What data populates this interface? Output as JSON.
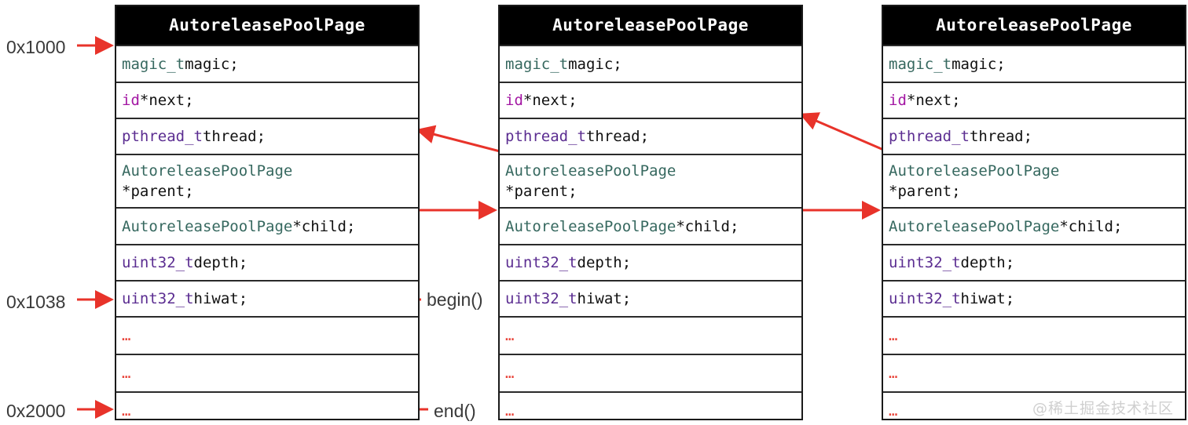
{
  "diagram": {
    "title": "AutoreleasePoolPage memory layout",
    "accent_color": "#e8332a",
    "header_bg": "#000000",
    "header_fg": "#ffffff",
    "type_colors": {
      "teal": "#36685f",
      "magenta": "#a317a3",
      "purple": "#5b2d91",
      "dots_red": "#e8443a"
    }
  },
  "addresses": {
    "top": "0x1000",
    "begin": "0x1038",
    "bottom": "0x2000"
  },
  "callouts": {
    "begin": "begin()",
    "end": "end()"
  },
  "watermark": "@稀土掘金技术社区",
  "boxes": [
    {
      "header": "AutoreleasePoolPage",
      "fields": [
        {
          "type": "magic_t",
          "type_color": "teal",
          "name": " magic;"
        },
        {
          "type": "id",
          "type_color": "magenta",
          "name": " *next;"
        },
        {
          "type": "pthread_t",
          "type_color": "purple",
          "name": " thread;"
        },
        {
          "type": "AutoreleasePoolPage",
          "type_color": "teal",
          "name": "*parent;",
          "wrap": true
        },
        {
          "type": "AutoreleasePoolPage",
          "type_color": "teal",
          "name": " *child;"
        },
        {
          "type": "uint32_t",
          "type_color": "purple",
          "name": " depth;"
        },
        {
          "type": "uint32_t",
          "type_color": "purple",
          "name": " hiwat;"
        },
        {
          "type": "",
          "type_color": "dots",
          "name": "…"
        },
        {
          "type": "",
          "type_color": "dots",
          "name": "…"
        },
        {
          "type": "",
          "type_color": "dots",
          "name": "…"
        }
      ]
    },
    {
      "header": "AutoreleasePoolPage",
      "fields": [
        {
          "type": "magic_t",
          "type_color": "teal",
          "name": " magic;"
        },
        {
          "type": "id",
          "type_color": "magenta",
          "name": " *next;"
        },
        {
          "type": "pthread_t",
          "type_color": "purple",
          "name": " thread;"
        },
        {
          "type": "AutoreleasePoolPage",
          "type_color": "teal",
          "name": "*parent;",
          "wrap": true
        },
        {
          "type": "AutoreleasePoolPage",
          "type_color": "teal",
          "name": " *child;"
        },
        {
          "type": "uint32_t",
          "type_color": "purple",
          "name": " depth;"
        },
        {
          "type": "uint32_t",
          "type_color": "purple",
          "name": " hiwat;"
        },
        {
          "type": "",
          "type_color": "dots",
          "name": "…"
        },
        {
          "type": "",
          "type_color": "dots",
          "name": "…"
        },
        {
          "type": "",
          "type_color": "dots",
          "name": "…"
        }
      ]
    },
    {
      "header": "AutoreleasePoolPage",
      "fields": [
        {
          "type": "magic_t",
          "type_color": "teal",
          "name": " magic;"
        },
        {
          "type": "id",
          "type_color": "magenta",
          "name": " *next;"
        },
        {
          "type": "pthread_t",
          "type_color": "purple",
          "name": " thread;"
        },
        {
          "type": "AutoreleasePoolPage",
          "type_color": "teal",
          "name": "*parent;",
          "wrap": true
        },
        {
          "type": "AutoreleasePoolPage",
          "type_color": "teal",
          "name": " *child;"
        },
        {
          "type": "uint32_t",
          "type_color": "purple",
          "name": " depth;"
        },
        {
          "type": "uint32_t",
          "type_color": "purple",
          "name": " hiwat;"
        },
        {
          "type": "",
          "type_color": "dots",
          "name": "…"
        },
        {
          "type": "",
          "type_color": "dots",
          "name": "…"
        },
        {
          "type": "",
          "type_color": "dots",
          "name": "…"
        }
      ]
    }
  ]
}
